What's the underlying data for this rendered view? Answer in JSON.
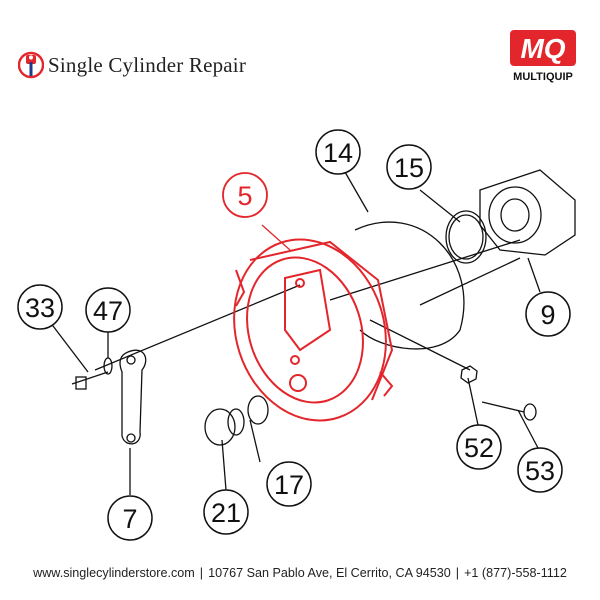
{
  "brand": {
    "name": "Single Cylinder Repair",
    "logo_icon": "piston-logo-icon"
  },
  "manufacturer": {
    "logo_text_big": "MQ",
    "logo_text_small": "MULTIQUIP",
    "color": "#e3262c"
  },
  "callouts": [
    {
      "id": "part-14",
      "label": "14",
      "color": "#111111"
    },
    {
      "id": "part-15",
      "label": "15",
      "color": "#111111"
    },
    {
      "id": "part-5",
      "label": "5",
      "color": "#e3262c"
    },
    {
      "id": "part-9",
      "label": "9",
      "color": "#111111"
    },
    {
      "id": "part-33",
      "label": "33",
      "color": "#111111"
    },
    {
      "id": "part-47",
      "label": "47",
      "color": "#111111"
    },
    {
      "id": "part-52",
      "label": "52",
      "color": "#111111"
    },
    {
      "id": "part-53",
      "label": "53",
      "color": "#111111"
    },
    {
      "id": "part-17",
      "label": "17",
      "color": "#111111"
    },
    {
      "id": "part-21",
      "label": "21",
      "color": "#111111"
    },
    {
      "id": "part-7",
      "label": "7",
      "color": "#111111"
    }
  ],
  "footer": {
    "website": "www.singlecylinderstore.com",
    "address": "10767 San Pablo Ave, El Cerrito, CA 94530",
    "phone": "+1 (877)-558-1112",
    "separator": "|"
  }
}
